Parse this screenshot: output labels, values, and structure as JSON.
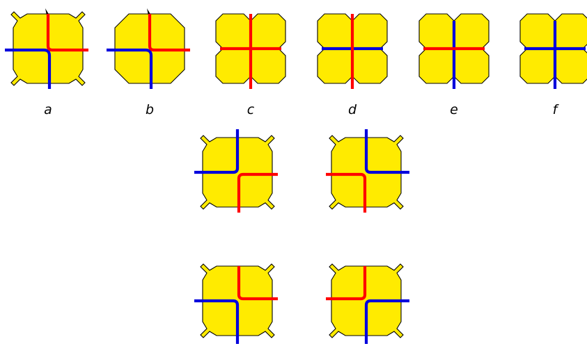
{
  "colors": {
    "tile_fill": "#ffeb00",
    "outline": "#000000",
    "red_track": "#ff0000",
    "blue_track": "#0000dd"
  },
  "labels": {
    "a": "a",
    "b": "b",
    "c": "c",
    "d": "d",
    "e": "e",
    "f": "f"
  }
}
